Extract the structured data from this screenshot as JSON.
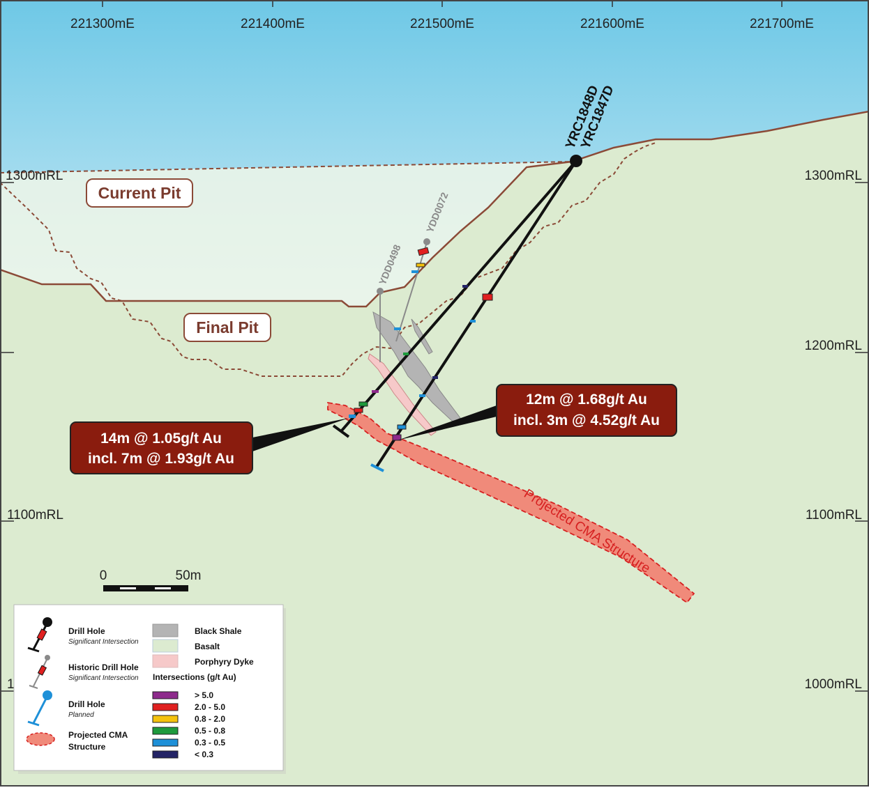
{
  "axes": {
    "eastings": [
      "221300mE",
      "221400mE",
      "221500mE",
      "221600mE",
      "221700mE"
    ],
    "rl_right": [
      "1300mRL",
      "1200mRL",
      "1100mRL",
      "1000mRL"
    ],
    "rl_left": [
      "1300mRL",
      "1100mRL",
      "1"
    ]
  },
  "pits": {
    "current": "Current Pit",
    "final": "Final Pit"
  },
  "drill_holes": {
    "hole_1": "YRC1848D",
    "hole_2": "YRC1847D"
  },
  "historic_holes": {
    "hole_1": "YDD0498",
    "hole_2": "YDD0072"
  },
  "callouts": {
    "left": {
      "line1": "14m @ 1.05g/t Au",
      "line2": "incl. 7m @ 1.93g/t Au"
    },
    "right": {
      "line1": "12m @ 1.68g/t Au",
      "line2": "incl. 3m @ 4.52g/t Au"
    }
  },
  "structure_label": "Projected CMA Structure",
  "scale_bar": {
    "start": "0",
    "end": "50m"
  },
  "legend": {
    "drill_hole": {
      "title": "Drill Hole",
      "sub": "Significant Intersection"
    },
    "historic_hole": {
      "title": "Historic Drill Hole",
      "sub": "Significant Intersection"
    },
    "planned_hole": {
      "title": "Drill Hole",
      "sub": "Planned"
    },
    "cma": {
      "title_line1": "Projected CMA",
      "title_line2": "Structure"
    },
    "lithology": [
      {
        "label": "Black Shale",
        "color": "#b4b4b4"
      },
      {
        "label": "Basalt",
        "color": "#dcebd0"
      },
      {
        "label": "Porphyry Dyke",
        "color": "#f6c9c9"
      }
    ],
    "intersections_title": "Intersections (g/t Au)",
    "intersections": [
      {
        "label": "> 5.0",
        "color": "#8e2a8c"
      },
      {
        "label": "2.0 - 5.0",
        "color": "#e02020"
      },
      {
        "label": "0.8 - 2.0",
        "color": "#f4c20d"
      },
      {
        "label": "0.5 - 0.8",
        "color": "#1e9a3c"
      },
      {
        "label": "0.3 - 0.5",
        "color": "#1e90d8"
      },
      {
        "label": "< 0.3",
        "color": "#242466"
      }
    ]
  },
  "colors": {
    "sky_top": "#6ec8e6",
    "basalt": "#dcebd0",
    "pit_line": "#8b4a37",
    "callout_fill": "#8a1c0e",
    "cma": "#f08a7a",
    "cma_outline": "#d62020"
  }
}
